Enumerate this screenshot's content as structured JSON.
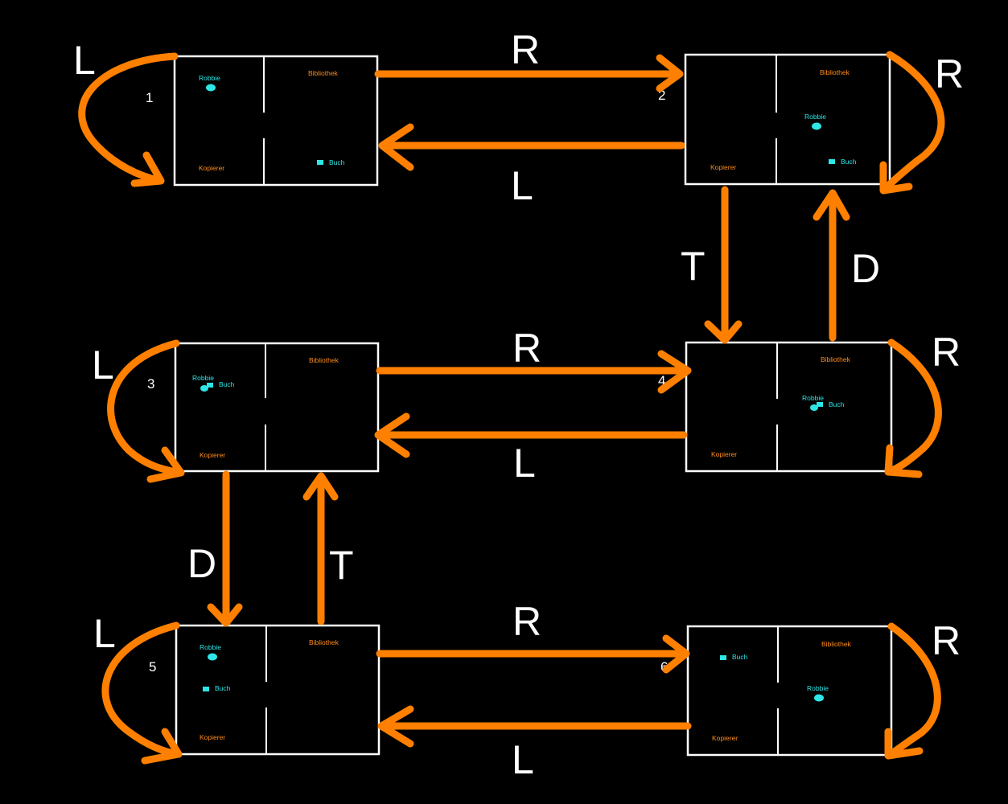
{
  "states": [
    {
      "number": "1",
      "labels": {
        "robbie": "Robbie",
        "bibliothek": "Bibliothek",
        "kopierer": "Kopierer",
        "buch": "Buch"
      }
    },
    {
      "number": "2",
      "labels": {
        "robbie": "Robbie",
        "bibliothek": "Bibliothek",
        "kopierer": "Kopierer",
        "buch": "Buch"
      }
    },
    {
      "number": "3",
      "labels": {
        "robbie": "Robbie",
        "bibliothek": "Bibliothek",
        "kopierer": "Kopierer",
        "buch": "Buch"
      }
    },
    {
      "number": "4",
      "labels": {
        "robbie": "Robbie",
        "bibliothek": "Bibliothek",
        "kopierer": "Kopierer",
        "buch": "Buch"
      }
    },
    {
      "number": "5",
      "labels": {
        "robbie": "Robbie",
        "bibliothek": "Bibliothek",
        "kopierer": "Kopierer",
        "buch": "Buch"
      }
    },
    {
      "number": "6",
      "labels": {
        "robbie": "Robbie",
        "bibliothek": "Bibliothek",
        "kopierer": "Kopierer",
        "buch": "Buch"
      }
    }
  ],
  "transitions": {
    "s1_L_loop": "L",
    "s1_to_s2": "R",
    "s2_to_s1": "L",
    "s2_R_loop": "R",
    "s2_to_s4": "T",
    "s4_to_s2": "D",
    "s3_L_loop": "L",
    "s3_to_s4": "R",
    "s4_to_s3": "L",
    "s4_R_loop": "R",
    "s3_to_s5": "D",
    "s5_to_s3": "T",
    "s5_L_loop": "L",
    "s5_to_s6": "R",
    "s6_to_s5": "L",
    "s6_R_loop": "R"
  },
  "colors": {
    "arrow": "#ff8000",
    "location_text": "#ff8c1a",
    "object": "#2ee6e6",
    "background": "#000000",
    "lines": "#ffffff"
  }
}
